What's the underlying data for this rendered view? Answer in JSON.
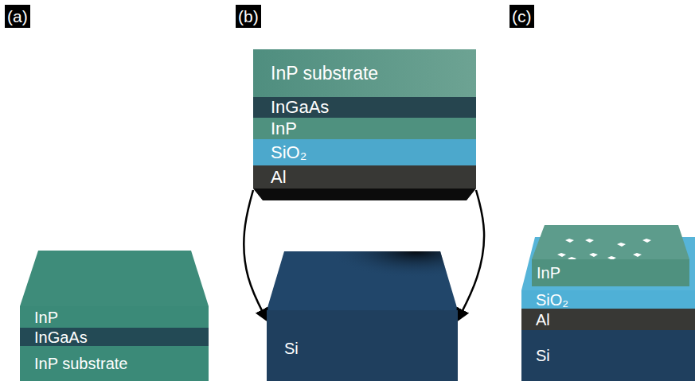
{
  "diagram": {
    "nodes": [
      {
        "text": [
          "InP substrate"
        ]
      },
      {
        "text": [
          "InGaAs"
        ]
      },
      {
        "text": [
          "InP"
        ]
      },
      {
        "text": [
          "SiO₂"
        ]
      },
      {
        "text": [
          "Al"
        ]
      },
      {
        "text": [
          "InP"
        ]
      },
      {
        "text": [
          "InGaAs"
        ]
      },
      {
        "text": [
          "InP substrate"
        ]
      },
      {
        "text": [
          "Si"
        ]
      },
      {
        "text": [
          "InP"
        ]
      },
      {
        "text": [
          "SiO₂"
        ]
      },
      {
        "text": [
          "Al"
        ]
      },
      {
        "text": [
          "Si"
        ]
      }
    ],
    "edges": [
      {
        "from": 4,
        "to": 8,
        "arrow": "to"
      },
      {
        "from": 4,
        "to": 8,
        "arrow": "to"
      }
    ],
    "labels": [
      "(a)",
      "(b)",
      "(c)"
    ]
  }
}
